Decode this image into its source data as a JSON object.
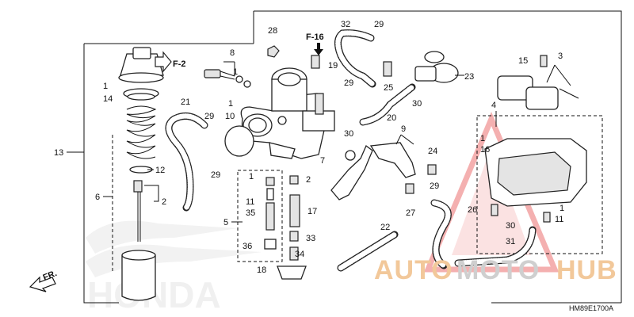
{
  "diagram": {
    "callouts": [
      {
        "id": "c1a",
        "text": "1"
      },
      {
        "id": "c14",
        "text": "14"
      },
      {
        "id": "c13",
        "text": "13"
      },
      {
        "id": "c6",
        "text": "6"
      },
      {
        "id": "c12",
        "text": "12"
      },
      {
        "id": "c2a",
        "text": "2"
      },
      {
        "id": "c21",
        "text": "21"
      },
      {
        "id": "c29a",
        "text": "29"
      },
      {
        "id": "c29b",
        "text": "29"
      },
      {
        "id": "c8",
        "text": "8"
      },
      {
        "id": "c1b",
        "text": "1"
      },
      {
        "id": "c1c",
        "text": "1"
      },
      {
        "id": "c10",
        "text": "10"
      },
      {
        "id": "c28",
        "text": "28"
      },
      {
        "id": "c19",
        "text": "19"
      },
      {
        "id": "c32",
        "text": "32"
      },
      {
        "id": "c29c",
        "text": "29"
      },
      {
        "id": "c25",
        "text": "25"
      },
      {
        "id": "c23",
        "text": "23"
      },
      {
        "id": "c29d",
        "text": "29"
      },
      {
        "id": "c30a",
        "text": "30"
      },
      {
        "id": "c20",
        "text": "20"
      },
      {
        "id": "c30b",
        "text": "30"
      },
      {
        "id": "c9",
        "text": "9"
      },
      {
        "id": "c7",
        "text": "7"
      },
      {
        "id": "c24",
        "text": "24"
      },
      {
        "id": "c15",
        "text": "15"
      },
      {
        "id": "c3",
        "text": "3"
      },
      {
        "id": "c4",
        "text": "4"
      },
      {
        "id": "c1d",
        "text": "1"
      },
      {
        "id": "c16",
        "text": "16"
      },
      {
        "id": "c2b",
        "text": "2"
      },
      {
        "id": "c1e",
        "text": "1"
      },
      {
        "id": "c11a",
        "text": "11"
      },
      {
        "id": "c35",
        "text": "35"
      },
      {
        "id": "c5",
        "text": "5"
      },
      {
        "id": "c17",
        "text": "17"
      },
      {
        "id": "c36",
        "text": "36"
      },
      {
        "id": "c33",
        "text": "33"
      },
      {
        "id": "c34",
        "text": "34"
      },
      {
        "id": "c18",
        "text": "18"
      },
      {
        "id": "c27",
        "text": "27"
      },
      {
        "id": "c29e",
        "text": "29"
      },
      {
        "id": "c22",
        "text": "22"
      },
      {
        "id": "c26",
        "text": "26"
      },
      {
        "id": "c30c",
        "text": "30"
      },
      {
        "id": "c1f",
        "text": "1"
      },
      {
        "id": "c11b",
        "text": "11"
      },
      {
        "id": "c31",
        "text": "31"
      }
    ],
    "references": {
      "f2": "F-2",
      "f16": "F-16",
      "fr": "FR."
    },
    "drawing_code": "HM89E1700A",
    "watermark": {
      "part1": "AUTO",
      "part2": "MOTO",
      "part3": "HUB"
    },
    "background_mark": "HONDA",
    "colors": {
      "line": "#111111",
      "watermark_orange": "#f2c89a",
      "watermark_gray": "#cfcfcf",
      "watermark_red": "#f0a0a0"
    }
  }
}
